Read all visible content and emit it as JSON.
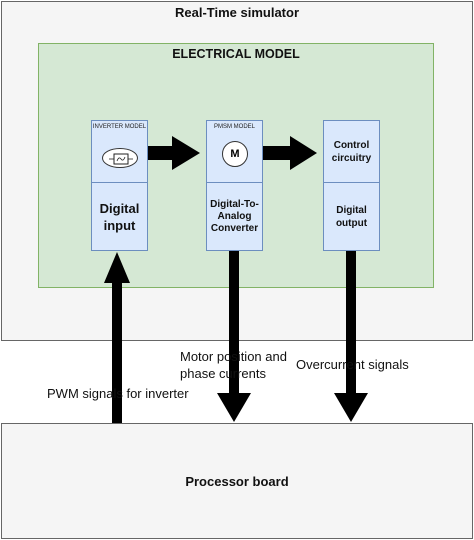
{
  "simulator": {
    "title": "Real-Time simulator"
  },
  "electrical_model": {
    "title": "ELECTRICAL MODEL"
  },
  "blocks": {
    "inverter": {
      "caption": "INVERTER MODEL",
      "label": "Digital input"
    },
    "pmsm": {
      "caption": "PMSM MODEL",
      "motor_symbol": "M",
      "label": "Digital-To-Analog Converter"
    },
    "control": {
      "title": "Control circuitry",
      "label": "Digital output"
    }
  },
  "signals": {
    "pwm": "PWM signals for inverter",
    "motor": "Motor position and phase currents",
    "overcurrent": "Overcurrent signals"
  },
  "processor": {
    "title": "Processor board"
  },
  "colors": {
    "sim_bg": "#f5f5f5",
    "model_bg": "#d5e8d4",
    "block_bg": "#dae8fc",
    "arrow": "#000000"
  }
}
